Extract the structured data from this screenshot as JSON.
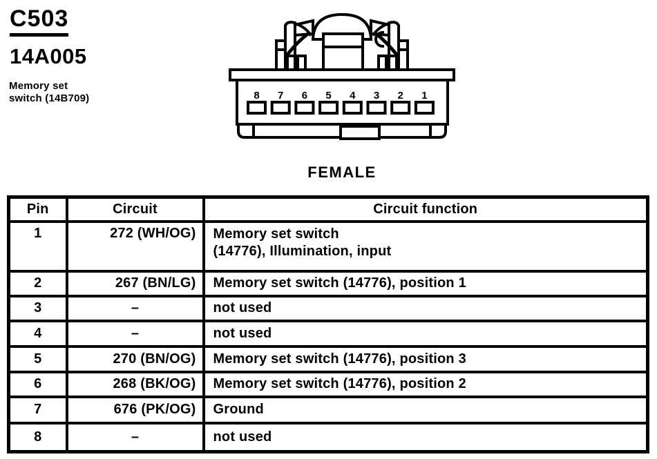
{
  "header": {
    "connector_id": "C503",
    "part_code": "14A005",
    "component_label": "Memory set\nswitch (14B709)"
  },
  "connector": {
    "gender_label": "FEMALE",
    "pin_numbers": [
      "8",
      "7",
      "6",
      "5",
      "4",
      "3",
      "2",
      "1"
    ]
  },
  "pin_table": {
    "columns": [
      "Pin",
      "Circuit",
      "Circuit function"
    ],
    "rows": [
      {
        "pin": "1",
        "circuit": "272 (WH/OG)",
        "circuit_align": "right",
        "function": "Memory set switch\n(14776), Illumination, input"
      },
      {
        "pin": "2",
        "circuit": "267 (BN/LG)",
        "circuit_align": "right",
        "function": "Memory set switch (14776), position 1"
      },
      {
        "pin": "3",
        "circuit": "–",
        "circuit_align": "center",
        "function": "not used"
      },
      {
        "pin": "4",
        "circuit": "–",
        "circuit_align": "center",
        "function": "not used"
      },
      {
        "pin": "5",
        "circuit": "270 (BN/OG)",
        "circuit_align": "right",
        "function": "Memory set switch (14776), position 3"
      },
      {
        "pin": "6",
        "circuit": "268 (BK/OG)",
        "circuit_align": "right",
        "function": "Memory set switch (14776), position 2"
      },
      {
        "pin": "7",
        "circuit": "676 (PK/OG)",
        "circuit_align": "right",
        "function": "Ground"
      },
      {
        "pin": "8",
        "circuit": "–",
        "circuit_align": "center",
        "function": "not used"
      }
    ]
  },
  "colors": {
    "ink": "#000000",
    "paper": "#ffffff"
  }
}
